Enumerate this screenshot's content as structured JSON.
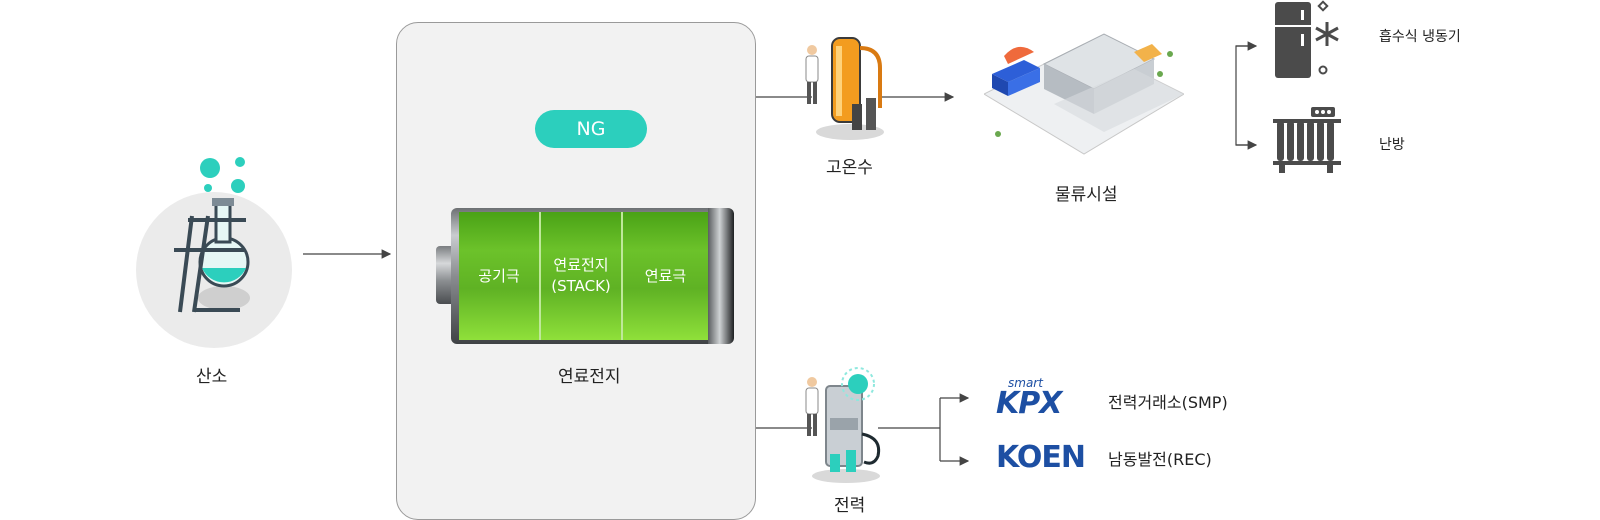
{
  "oxygen": {
    "label": "산소"
  },
  "fuel_cell": {
    "title": "연료전지",
    "ng_label": "NG",
    "cells": [
      {
        "label": "공기극"
      },
      {
        "label": "연료전지\n(STACK)"
      },
      {
        "label": "연료극"
      }
    ]
  },
  "hot_water": {
    "label": "고온수"
  },
  "logistics": {
    "label": "물류시설"
  },
  "heat_uses": [
    {
      "label": "흡수식 냉동기"
    },
    {
      "label": "난방"
    }
  ],
  "electricity": {
    "label": "전력"
  },
  "power_outlets": [
    {
      "logo": "KPX",
      "logo_small": "smart",
      "label": "전력거래소(SMP)"
    },
    {
      "logo": "KOEN",
      "label": "남동발전(REC)"
    }
  ],
  "colors": {
    "accent_teal": "#2ccfbd",
    "battery_green": "#6cc22a",
    "kpx_blue": "#1d4fa3"
  }
}
